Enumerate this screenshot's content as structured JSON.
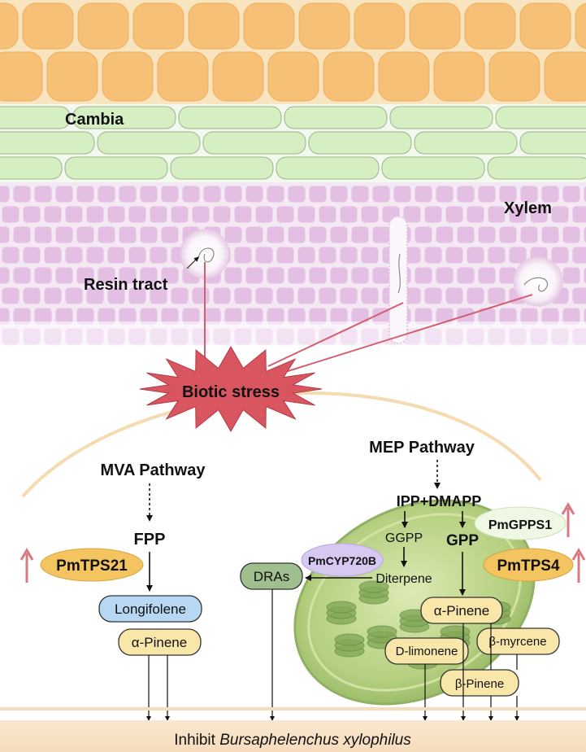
{
  "tissue_labels": {
    "cambia": "Cambia",
    "xylem": "Xylem",
    "resin_tract": "Resin tract"
  },
  "stress_label": "Biotic stress",
  "mva": {
    "title": "MVA Pathway",
    "fpp": "FPP",
    "enzyme": "PmTPS21",
    "longifolene": "Longifolene",
    "alpha_pinene": "α-Pinene"
  },
  "mep": {
    "title": "MEP Pathway",
    "ipp": "IPP+DMAPP",
    "ggpp": "GGPP",
    "gpp": "GPP",
    "gpps": "PmGPPS1",
    "tps4": "PmTPS4",
    "cyp": "PmCYP720B",
    "diterpene": "Diterpene",
    "dras": "DRAs",
    "alpha_pinene": "α-Pinene",
    "d_limonene": "D-limonene",
    "beta_myrcene": "β-myrcene",
    "beta_pinene": "β-Pinene"
  },
  "bottom": {
    "prefix": "Inhibit ",
    "species": "Bursaphelenchus xylophilus"
  },
  "colors": {
    "top_layer": "#f8e4bf",
    "top_cell": "#f6c077",
    "cambium": "#d6efc2",
    "xylem": "#ead5e9",
    "xylem_cell": "#e2b9e2",
    "burst": "#d9555f",
    "red_line": "#d06070",
    "up_arrow": "#d87a82",
    "enzyme_orange": "#f3c45f",
    "blue_box": "#b7d7f3",
    "yellow_box": "#f8e7a8",
    "green_box": "#9fbf8e",
    "purple_ellipse": "#d6c8f1",
    "chloroplast": "#9cbf5a",
    "bottom_band": "#f8e4c9"
  }
}
